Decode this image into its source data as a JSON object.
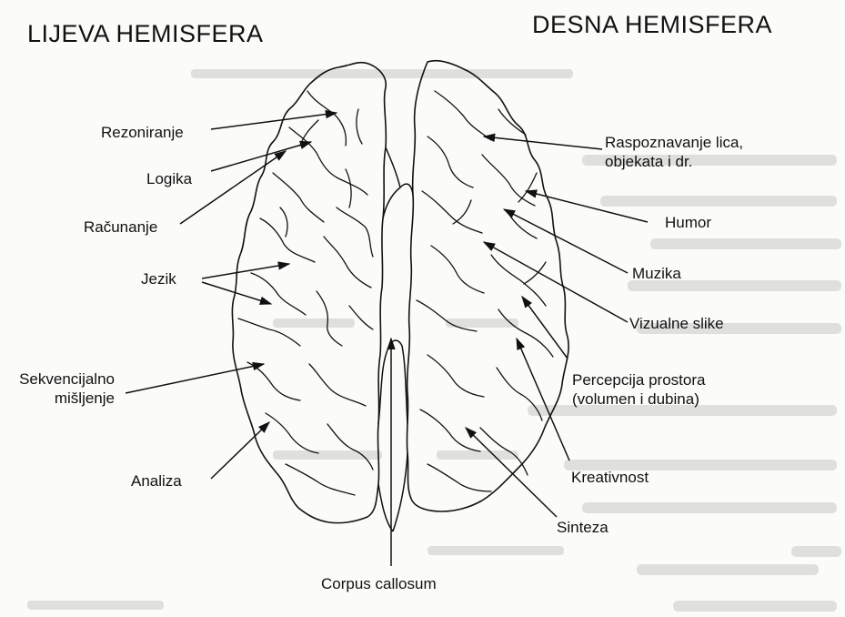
{
  "titles": {
    "left": "LIJEVA HEMISFERA",
    "right": "DESNA HEMISFERA"
  },
  "left_labels": {
    "rezoniranje": "Rezoniranje",
    "logika": "Logika",
    "racunanje": "Računanje",
    "jezik": "Jezik",
    "sekvencijalno_1": "Sekvencijalno",
    "sekvencijalno_2": "mišljenje",
    "analiza": "Analiza"
  },
  "right_labels": {
    "raspoznavanje_1": "Raspoznavanje lica,",
    "raspoznavanje_2": "objekata i dr.",
    "humor": "Humor",
    "muzika": "Muzika",
    "vizualne": "Vizualne slike",
    "percepcija_1": "Percepcija prostora",
    "percepcija_2": "(volumen i dubina)",
    "kreativnost": "Kreativnost",
    "sinteza": "Sinteza"
  },
  "center_label": "Corpus callosum",
  "colors": {
    "ink": "#111111",
    "paper": "#fbfbf9",
    "bleed_text": "#9a9a9a"
  }
}
